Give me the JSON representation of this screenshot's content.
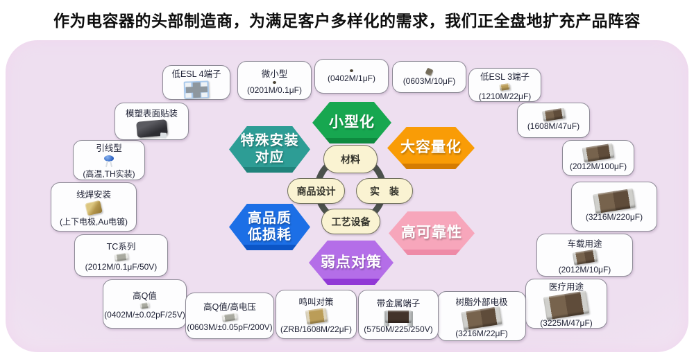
{
  "title": "作为电容器的头部制造商，为满足客户多样化的需求，我们正全盘地扩充产品阵容",
  "colors": {
    "panel_bg": "#eedff0",
    "hex_green": "#17a750",
    "hex_orange": "#f99c06",
    "hex_teal": "#2d9d95",
    "hex_blue": "#1c6fe6",
    "hex_pink": "#f7a6bb",
    "hex_purple": "#b46ee8",
    "core_fill": "#faf3d2",
    "ring": "#4b514c"
  },
  "hexagons": [
    {
      "id": "miniaturization",
      "line1": "小型化",
      "line2": ""
    },
    {
      "id": "large-capacity",
      "line1": "大容量化",
      "line2": ""
    },
    {
      "id": "special-mounting",
      "line1": "特殊安装",
      "line2": "对应"
    },
    {
      "id": "high-quality-low-loss",
      "line1": "高品质",
      "line2": "低损耗"
    },
    {
      "id": "high-reliability",
      "line1": "高可靠性",
      "line2": ""
    },
    {
      "id": "weakness-countermeasure",
      "line1": "弱点对策",
      "line2": ""
    }
  ],
  "core": {
    "top": "材料",
    "left": "商品设计",
    "right": "实　装",
    "bottom": "工艺设备"
  },
  "boxes": [
    {
      "label": "低ESL 4端子",
      "value": "",
      "icon": "lga-4-terminal-chip-icon"
    },
    {
      "label": "微小型",
      "value": "(0201M/0.1μF)",
      "icon": "tiny-chip-icon"
    },
    {
      "label": "",
      "value": "(0402M/1μF)",
      "icon": "tiny-chip-icon"
    },
    {
      "label": "",
      "value": "(0603M/10μF)",
      "icon": "small-dark-chip-icon"
    },
    {
      "label": "低ESL 3端子",
      "value": "(1210M/22μF)",
      "icon": "small-tan-chip-icon"
    },
    {
      "label": "",
      "value": "(1608M/47uF)",
      "icon": "mlcc-chip-icon"
    },
    {
      "label": "",
      "value": "(2012M/100μF)",
      "icon": "mlcc-chip-icon"
    },
    {
      "label": "",
      "value": "(3216M/220μF)",
      "icon": "mlcc-chip-icon"
    },
    {
      "label": "车载用途",
      "value": "(2012M/10μF)",
      "icon": "mlcc-chip-icon"
    },
    {
      "label": "医疗用途",
      "value": "(3225M/47μF)",
      "icon": "mlcc-chip-icon"
    },
    {
      "label": "树脂外部电极",
      "value": "(3216M/22μF)",
      "icon": "mlcc-chip-icon"
    },
    {
      "label": "带金属端子",
      "value": "(5750M/225/250V)",
      "icon": "metal-terminal-chip-icon"
    },
    {
      "label": "鸣叫对策",
      "value": "(ZRB/1608M/22μF)",
      "icon": "tan-chip-icon"
    },
    {
      "label": "高Q值/高电压",
      "value": "(0603M/±0.05pF/200V)",
      "icon": "silver-chip-icon"
    },
    {
      "label": "高Q值",
      "value": "(0402M/±0.02pF/25V)",
      "icon": "silver-chip-small-icon"
    },
    {
      "label": "TC系列",
      "value": "(2012M/0.1μF/50V)",
      "icon": "silver-chip-icon"
    },
    {
      "label": "线焊安装",
      "value": "(上下电极,Au电镀)",
      "icon": "gold-cube-chip-icon"
    },
    {
      "label": "引线型",
      "value": "(高温,TH实装)",
      "icon": "leaded-disc-capacitor-icon"
    },
    {
      "label": "模塑表面贴装",
      "value": "",
      "icon": "molded-smd-package-icon"
    }
  ]
}
